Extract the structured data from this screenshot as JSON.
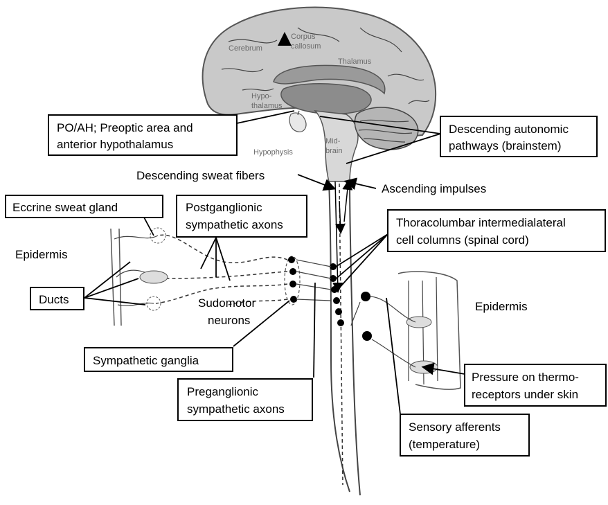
{
  "brain_labels": {
    "cerebrum": "Cerebrum",
    "corpus_1": "Corpus",
    "corpus_2": "callosum",
    "thalamus": "Thalamus",
    "hypo_1": "Hypo-",
    "hypo_2": "thalamus",
    "hypophysis": "Hypophysis",
    "midbrain_1": "Mid-",
    "midbrain_2": "brain"
  },
  "boxes": {
    "poah_1": "PO/AH; Preoptic area and",
    "poah_2": "anterior hypothalamus",
    "descending_autonomic_1": "Descending autonomic",
    "descending_autonomic_2": "pathways (brainstem)",
    "eccrine": "Eccrine sweat gland",
    "postganglionic_1": "Postganglionic",
    "postganglionic_2": "sympathetic axons",
    "thoracolumbar_1": "Thoracolumbar intermedialateral",
    "thoracolumbar_2": "cell columns (spinal cord)",
    "ducts": "Ducts",
    "sympathetic_ganglia": "Sympathetic ganglia",
    "preganglionic_1": "Preganglionic",
    "preganglionic_2": "sympathetic axons",
    "pressure_1": "Pressure on thermo-",
    "pressure_2": "receptors under skin",
    "sensory_1": "Sensory afferents",
    "sensory_2": "(temperature)"
  },
  "free_labels": {
    "descending_sweat": "Descending sweat fibers",
    "ascending": "Ascending impulses",
    "epidermis_left": "Epidermis",
    "epidermis_right": "Epidermis",
    "sudomotor_1": "Sudomotor",
    "sudomotor_2": "neurons"
  }
}
